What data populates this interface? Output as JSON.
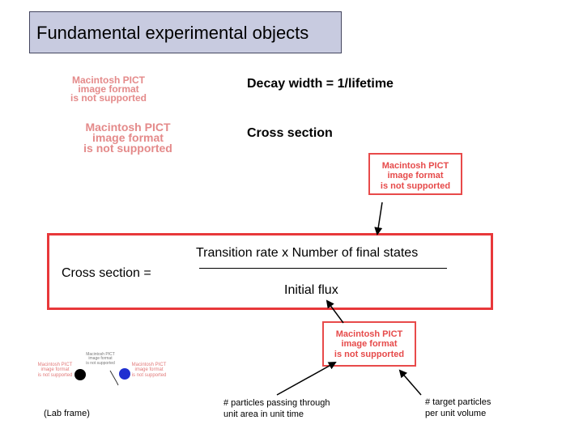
{
  "title": "Fundamental experimental objects",
  "pict_placeholder": {
    "line1": "Macintosh PICT",
    "line2": "image format",
    "line3": "is not supported"
  },
  "decay_width_label": "Decay width = 1/lifetime",
  "cross_section_label": "Cross section",
  "formula": {
    "lhs": "Cross section =",
    "numerator": "Transition rate x Number of final states",
    "denominator": "Initial flux"
  },
  "lab_frame_label": "(Lab frame)",
  "particles_passing_note": {
    "line1": "# particles passing through",
    "line2": "unit area in unit time"
  },
  "target_particles_note": {
    "line1": "# target particles",
    "line2": "per unit volume"
  },
  "colors": {
    "title_bg": "#c8cbe0",
    "formula_border": "#e8383a",
    "placeholder_red": "#e64a4a"
  }
}
